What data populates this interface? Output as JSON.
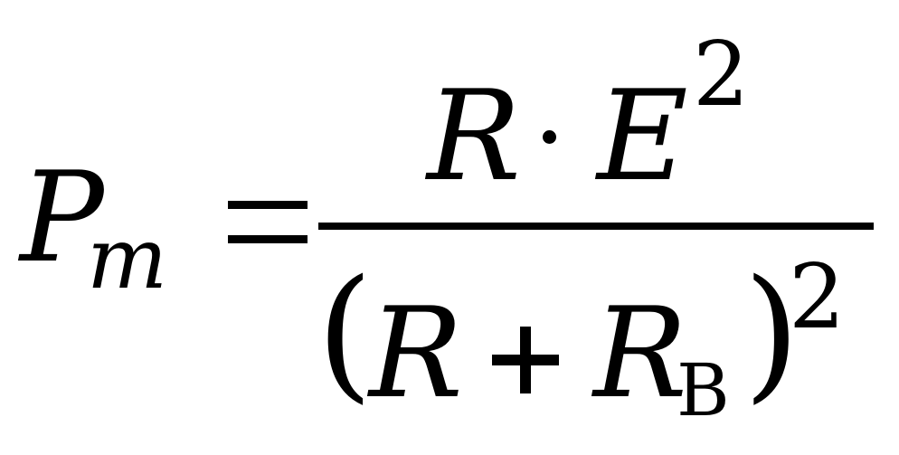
{
  "formula": {
    "lhs": {
      "symbol": "P",
      "subscript": "m"
    },
    "equals": "=",
    "numerator": {
      "factor1": "R",
      "operator": "·",
      "factor2": "E",
      "exponent": "2"
    },
    "denominator": {
      "open_paren": "(",
      "term1": "R",
      "operator": "+",
      "term2": "R",
      "term2_subscript": "В",
      "close_paren": ")",
      "exponent": "2"
    }
  },
  "colors": {
    "text": "#000000",
    "background": "#ffffff"
  }
}
